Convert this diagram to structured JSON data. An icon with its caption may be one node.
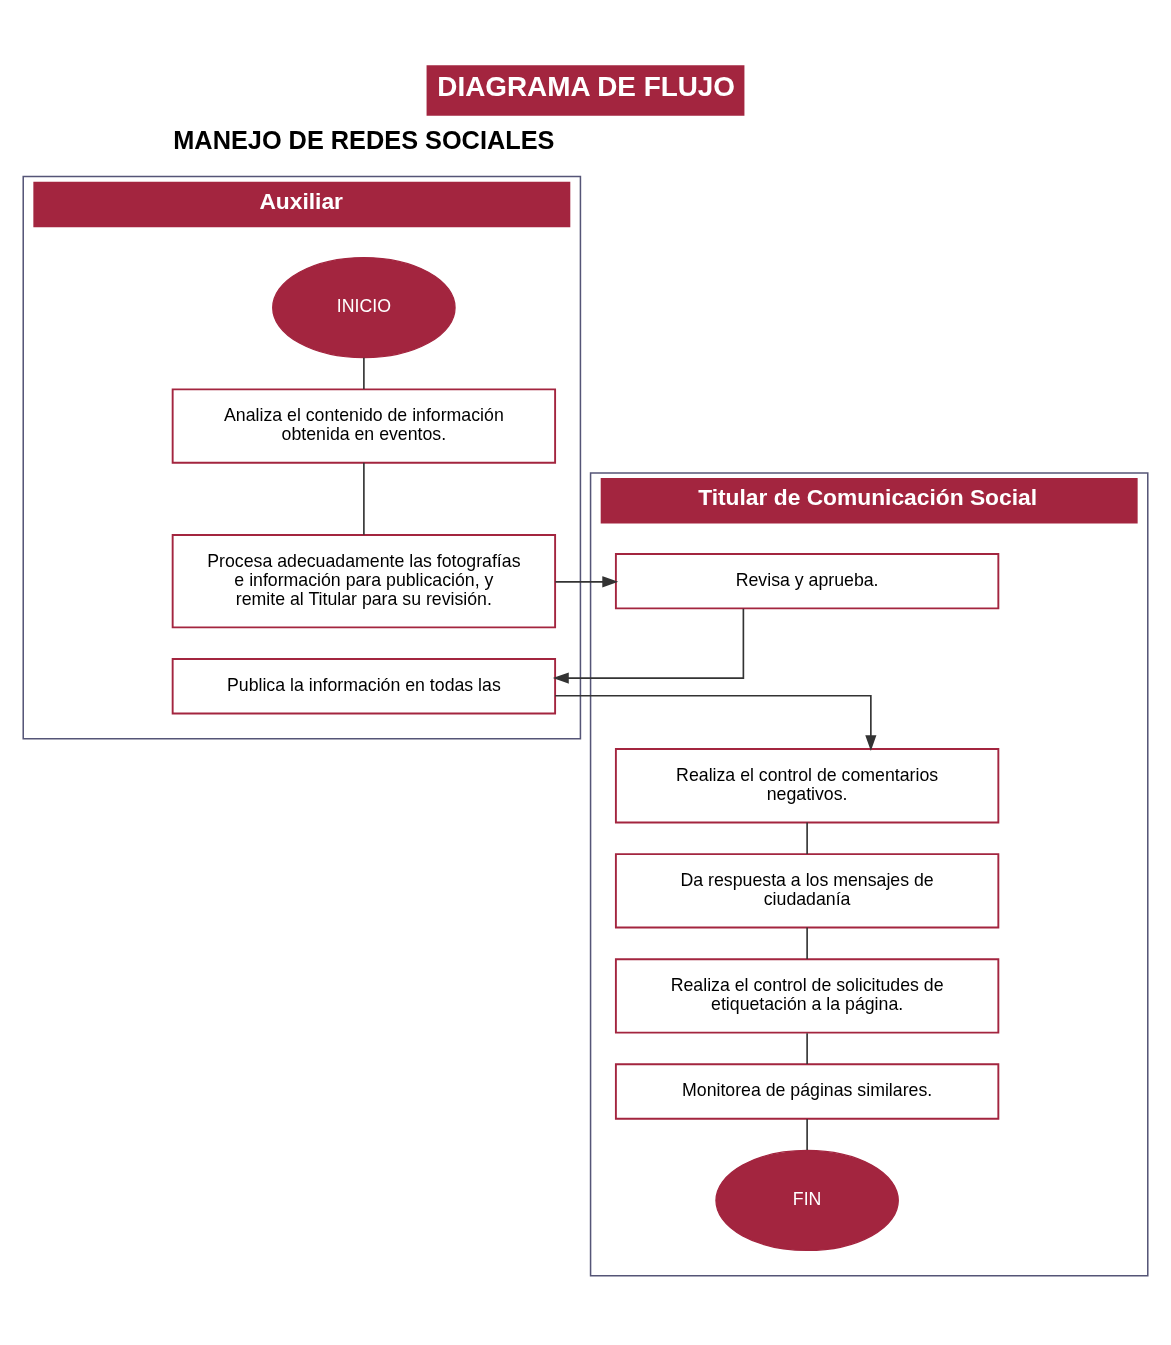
{
  "diagram": {
    "title": "DIAGRAMA DE FLUJO",
    "nodes": [
      {
        "text": [
          "Auxiliar"
        ]
      },
      {
        "text": [
          "Titular de Comunicación Social"
        ]
      },
      {
        "text": [
          "INICIO"
        ],
        "in": 0
      },
      {
        "text": [
          "Analiza el contenido de información obtenida en eventos."
        ],
        "in": 0
      },
      {
        "text": [
          "Procesa adecuadamente las fotografías e información para publicación, y remite al Titular para su revisión."
        ],
        "in": 0
      },
      {
        "text": [
          "Revisa y aprueba."
        ],
        "in": 1
      },
      {
        "text": [
          "Publica la información en todas las"
        ],
        "in": 0
      },
      {
        "text": [
          "Realiza el control de comentarios negativos."
        ],
        "in": 1
      },
      {
        "text": [
          "Da respuesta a los mensajes de ciudadanía"
        ],
        "in": 1
      },
      {
        "text": [
          "Realiza el control de solicitudes de etiquetación a la página."
        ],
        "in": 1
      },
      {
        "text": [
          "Monitorea de páginas similares."
        ],
        "in": 1
      },
      {
        "text": [
          "FIN"
        ],
        "in": 1
      }
    ],
    "edges": [
      {
        "from": 2,
        "to": 3,
        "arrow": "none"
      },
      {
        "from": 3,
        "to": 4,
        "arrow": "none"
      },
      {
        "from": 4,
        "to": 5,
        "arrow": "to"
      },
      {
        "from": 5,
        "to": 6,
        "arrow": "to"
      },
      {
        "from": 6,
        "to": 7,
        "arrow": "to"
      },
      {
        "from": 7,
        "to": 8,
        "arrow": "none"
      },
      {
        "from": 8,
        "to": 9,
        "arrow": "none"
      },
      {
        "from": 9,
        "to": 10,
        "arrow": "none"
      },
      {
        "from": 10,
        "to": 11,
        "arrow": "none"
      }
    ],
    "labels": [
      "MANEJO DE REDES SOCIALES"
    ]
  }
}
